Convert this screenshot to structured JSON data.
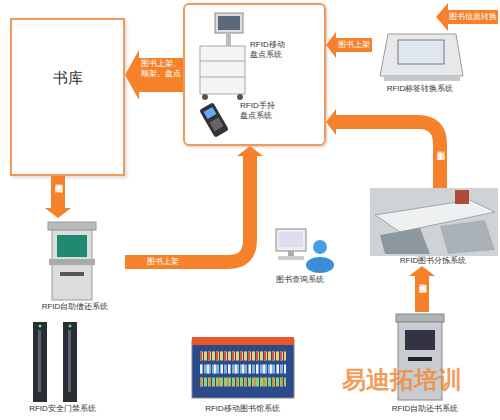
{
  "diagram": {
    "nodes": [
      {
        "text": [
          "书库"
        ]
      },
      {
        "text": []
      },
      {
        "text": [
          "RFID移动盘点系统"
        ],
        "in": 1
      },
      {
        "text": [
          "RFID手持盘点系统"
        ],
        "in": 1
      },
      {
        "text": [
          "RFID标签转换系统"
        ]
      },
      {
        "text": [
          "RFID自助借还系统"
        ]
      },
      {
        "text": [
          "图书查询系统"
        ]
      },
      {
        "text": [
          "RFID图书分拣系统"
        ]
      },
      {
        "text": [
          "RFID安全门禁系统"
        ]
      },
      {
        "text": [
          "RFID移动图书馆系统"
        ]
      },
      {
        "text": [
          "RFID自助还书系统"
        ]
      }
    ],
    "edges": [
      {
        "from": 1,
        "to": 0,
        "arrow": "to",
        "label": "图书上架、顺架、盘点"
      },
      {
        "from": 4,
        "to": 1,
        "arrow": "to",
        "label": "图书上架"
      },
      {
        "from": 0,
        "to": 5,
        "arrow": "to",
        "label": "图书借阅"
      },
      {
        "from": 5,
        "to": 1,
        "arrow": "to",
        "label": "图书上架"
      },
      {
        "from": 7,
        "to": 1,
        "arrow": "to",
        "label": "图书上架"
      },
      {
        "from": 10,
        "to": 7,
        "arrow": "to",
        "label": "图书分拣"
      }
    ],
    "labels": [
      "图书信息转换",
      "易迪拓培训"
    ]
  }
}
